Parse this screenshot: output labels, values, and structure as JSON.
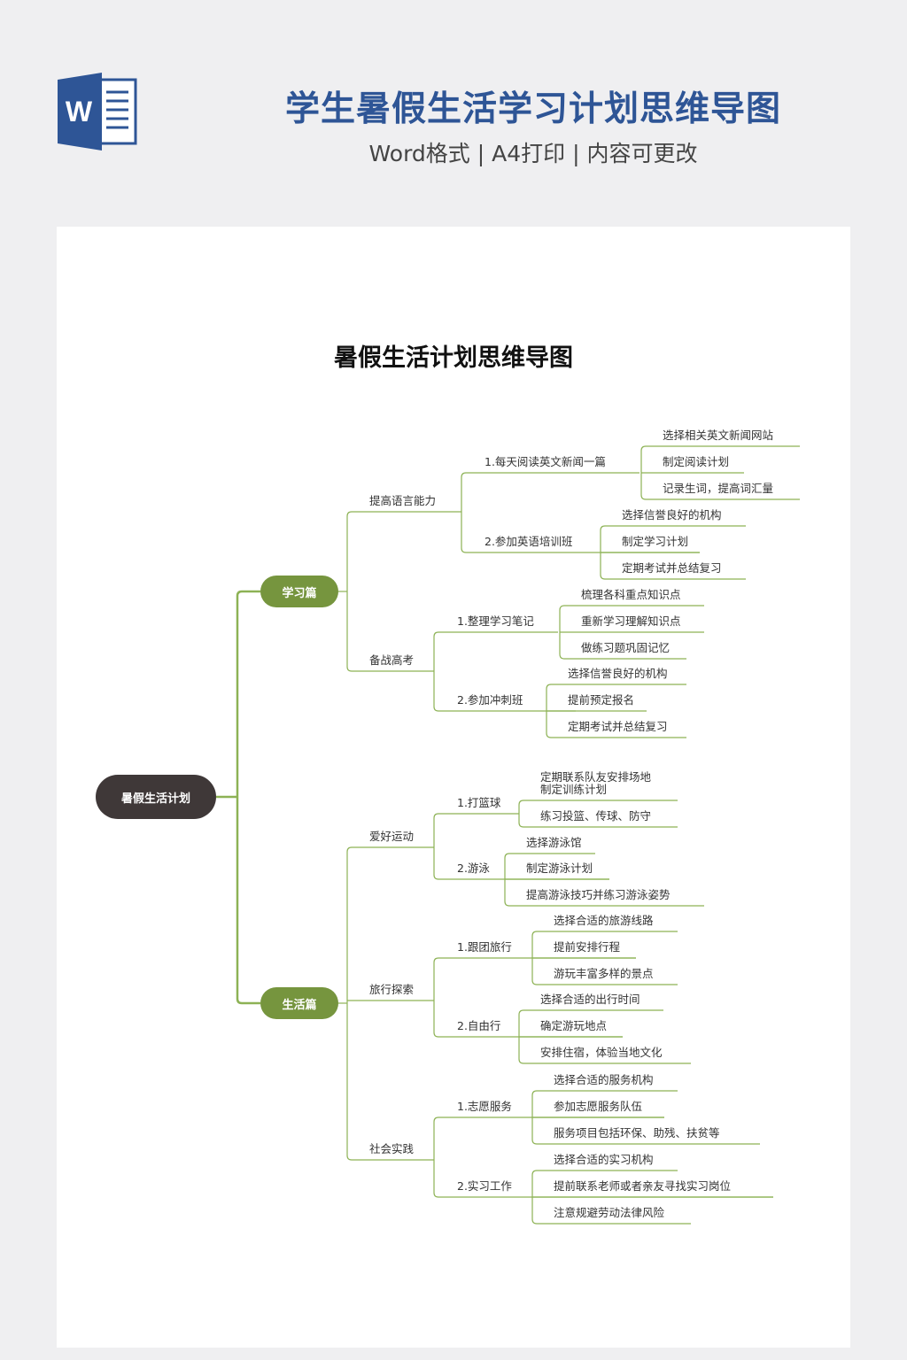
{
  "header": {
    "title": "学生暑假生活学习计划思维导图",
    "subtitle": "Word格式 | A4打印 | 内容可更改",
    "icon": "word-icon"
  },
  "map": {
    "title": "暑假生活计划思维导图",
    "root": "暑假生活计划",
    "branches": [
      {
        "label": "学习篇",
        "groups": [
          {
            "label": "提高语言能力",
            "items": [
              {
                "label": "1.每天阅读英文新闻一篇",
                "leaves": [
                  "选择相关英文新闻网站",
                  "制定阅读计划",
                  "记录生词，提高词汇量"
                ]
              },
              {
                "label": "2.参加英语培训班",
                "leaves": [
                  "选择信誉良好的机构",
                  "制定学习计划",
                  "定期考试并总结复习"
                ]
              }
            ]
          },
          {
            "label": "备战高考",
            "items": [
              {
                "label": "1.整理学习笔记",
                "leaves": [
                  "梳理各科重点知识点",
                  "重新学习理解知识点",
                  "做练习题巩固记忆"
                ]
              },
              {
                "label": "2.参加冲刺班",
                "leaves": [
                  "选择信誉良好的机构",
                  "提前预定报名",
                  "定期考试并总结复习"
                ]
              }
            ]
          }
        ]
      },
      {
        "label": "生活篇",
        "groups": [
          {
            "label": "爱好运动",
            "items": [
              {
                "label": "1.打篮球",
                "leaves": [
                  "定期联系队友安排场地\n制定训练计划",
                  "练习投篮、传球、防守"
                ]
              },
              {
                "label": "2.游泳",
                "leaves": [
                  "选择游泳馆",
                  "制定游泳计划",
                  "提高游泳技巧并练习游泳姿势"
                ]
              }
            ]
          },
          {
            "label": "旅行探索",
            "items": [
              {
                "label": "1.跟团旅行",
                "leaves": [
                  "选择合适的旅游线路",
                  "提前安排行程",
                  "游玩丰富多样的景点"
                ]
              },
              {
                "label": "2.自由行",
                "leaves": [
                  "选择合适的出行时间",
                  "确定游玩地点",
                  "安排住宿，体验当地文化"
                ]
              }
            ]
          },
          {
            "label": "社会实践",
            "items": [
              {
                "label": "1.志愿服务",
                "leaves": [
                  "选择合适的服务机构",
                  "参加志愿服务队伍",
                  "服务项目包括环保、助残、扶贫等"
                ]
              },
              {
                "label": "2.实习工作",
                "leaves": [
                  "选择合适的实习机构",
                  "提前联系老师或者亲友寻找实习岗位",
                  "注意规避劳动法律风险"
                ]
              }
            ]
          }
        ]
      }
    ]
  },
  "colors": {
    "title": "#2e5596",
    "line": "#8db255",
    "branch": "#76953e",
    "root": "#3f3838"
  }
}
